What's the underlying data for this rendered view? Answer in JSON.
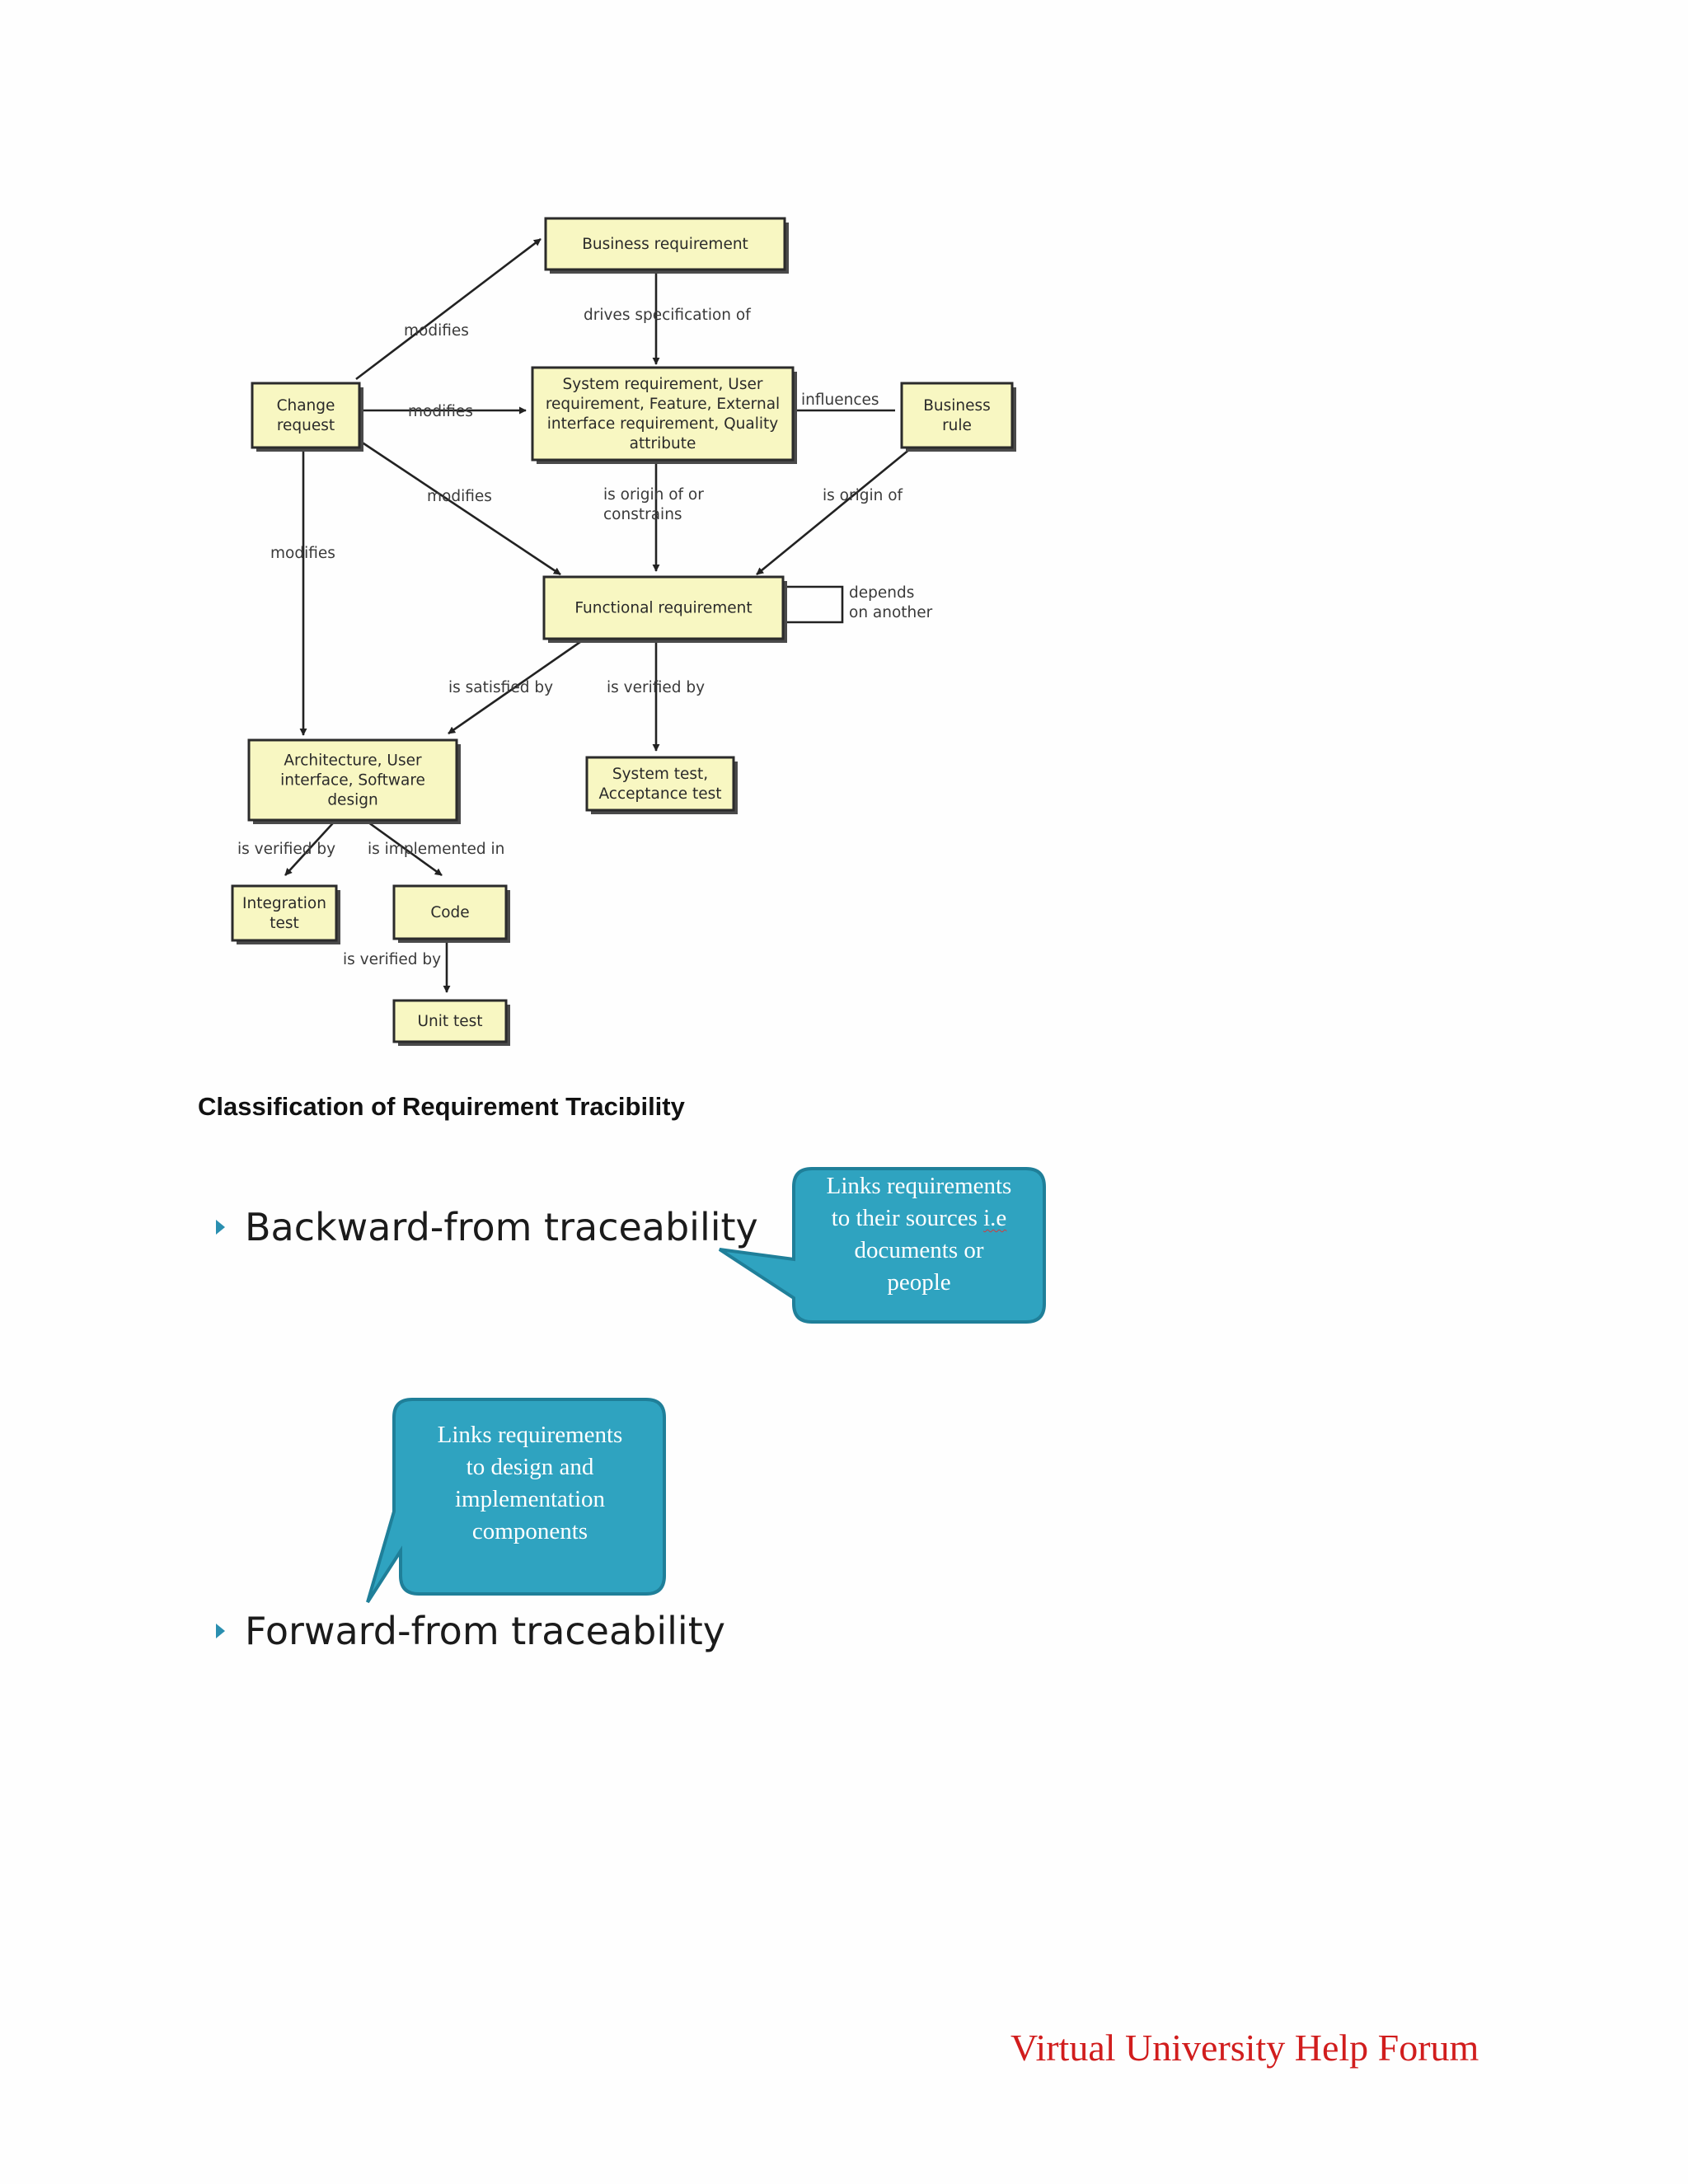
{
  "diagram": {
    "nodes": {
      "business_requirement": [
        "Business requirement"
      ],
      "system_requirement": [
        "System requirement, User",
        "requirement, Feature, External",
        "interface requirement, Quality",
        "attribute"
      ],
      "change_request": [
        "Change",
        "request"
      ],
      "business_rule": [
        "Business",
        "rule"
      ],
      "functional_requirement": [
        "Functional requirement"
      ],
      "architecture": [
        "Architecture, User",
        "interface, Software",
        "design"
      ],
      "system_test": [
        "System test,",
        "Acceptance test"
      ],
      "integration_test": [
        "Integration",
        "test"
      ],
      "code": [
        "Code"
      ],
      "unit_test": [
        "Unit test"
      ]
    },
    "edges": {
      "drives": [
        "drives specification of"
      ],
      "modifies_top": [
        "modifies"
      ],
      "modifies_mid": [
        "modifies"
      ],
      "modifies_low": [
        "modifies"
      ],
      "modifies_down": [
        "modifies"
      ],
      "influences": [
        "influences"
      ],
      "origin_constrains": [
        "is origin of or",
        "constrains"
      ],
      "origin_of": [
        "is origin of"
      ],
      "depends": [
        "depends",
        "on another"
      ],
      "satisfied_by": [
        "is satisfied by"
      ],
      "verified_by_sys": [
        "is verified by"
      ],
      "verified_by_int": [
        "is verified by"
      ],
      "implemented_in": [
        "is implemented in"
      ],
      "verified_by_unit": [
        "is verified by"
      ]
    }
  },
  "heading": "Classification of Requirement Tracibility",
  "backward": {
    "label": "Backward-from traceability",
    "callout_lines": [
      "Links requirements",
      "to their sources",
      "i.e",
      "documents or",
      "people"
    ]
  },
  "forward": {
    "label": "Forward-from traceability",
    "callout_lines": [
      "Links requirements",
      "to design and",
      "implementation",
      "components"
    ]
  },
  "footer": "Virtual University Help Forum",
  "colors": {
    "node_fill": "#f8f7c2",
    "callout_fill": "#2fa3c0",
    "callout_border": "#1f7f99",
    "bullet": "#2a8fb0",
    "footer": "#d11d1d"
  }
}
